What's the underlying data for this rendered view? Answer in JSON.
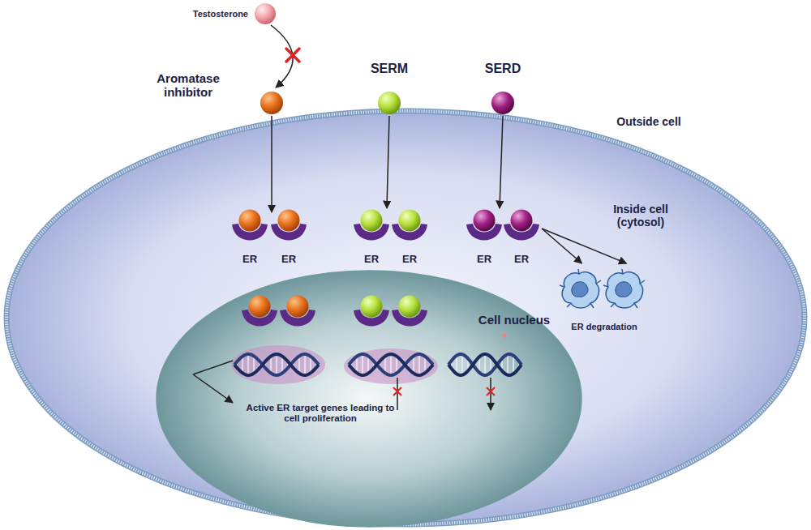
{
  "diagram": {
    "nodes": [
      {
        "text": [
          "Testosterone"
        ]
      },
      {
        "text": [
          "SERM"
        ]
      },
      {
        "text": [
          "SERD"
        ]
      },
      {
        "text": [
          "Inside cell (cytosol)"
        ]
      },
      {
        "text": [
          "ER"
        ],
        "in": 3
      },
      {
        "text": [
          "ER"
        ],
        "in": 3
      },
      {
        "text": [
          "ER"
        ],
        "in": 3
      },
      {
        "text": [
          "ER"
        ],
        "in": 3
      },
      {
        "text": [
          "ER"
        ],
        "in": 3
      },
      {
        "text": [
          "ER"
        ],
        "in": 3
      },
      {
        "text": [
          "ER degradation"
        ],
        "in": 3
      },
      {
        "text": [
          "Cell nucleus"
        ],
        "in": 3
      }
    ],
    "edges": [
      {
        "from": 1,
        "to": 6,
        "arrow": "to"
      },
      {
        "from": 2,
        "to": 8,
        "arrow": "to"
      },
      {
        "from": 9,
        "to": 10,
        "arrow": "to"
      },
      {
        "from": 9,
        "to": 10,
        "arrow": "to"
      }
    ],
    "labels": [
      "Aromatase inhibitor",
      "Outside cell",
      "Active ER target genes leading to cell proliferation"
    ]
  }
}
